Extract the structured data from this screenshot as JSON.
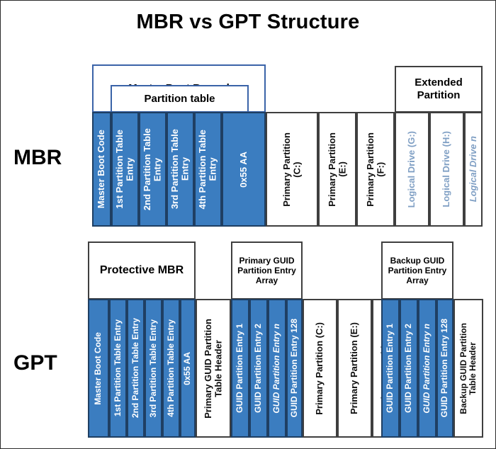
{
  "title": "MBR vs GPT Structure",
  "colors": {
    "blue_fill": "#3b7dc0",
    "blue_border": "#1f3f63",
    "dark_border": "#3f3f3f",
    "blue_outline": "#3a63a8",
    "light_blue_text": "#7f9fc4",
    "white": "#ffffff",
    "black": "#000000"
  },
  "rows": [
    {
      "label": "MBR"
    },
    {
      "label": "GPT"
    }
  ],
  "mbr": {
    "label": "MBR",
    "groups": [
      {
        "name": "master-boot-record",
        "label": "Master Boot Record"
      },
      {
        "name": "partition-table",
        "label": "Partition table"
      },
      {
        "name": "extended-partition",
        "label": "Extended\nPartition"
      }
    ],
    "cells": [
      {
        "name": "master-boot-code",
        "label": "Master Boot Code",
        "fill": "blue",
        "italic": false
      },
      {
        "name": "partition-table-entry-1",
        "label": "1st Partition Table\nEntry",
        "fill": "blue",
        "italic": false
      },
      {
        "name": "partition-table-entry-2",
        "label": "2nd Partition Table\nEntry",
        "fill": "blue",
        "italic": false
      },
      {
        "name": "partition-table-entry-3",
        "label": "3rd Partition Table\nEntry",
        "fill": "blue",
        "italic": false
      },
      {
        "name": "partition-table-entry-4",
        "label": "4th Partition Table\nEntry",
        "fill": "blue",
        "italic": false
      },
      {
        "name": "boot-signature-0x55aa",
        "label": "0x55 AA",
        "fill": "blue",
        "italic": false
      },
      {
        "name": "primary-partition-c",
        "label": "Primary Partition\n(C:)",
        "fill": "white",
        "italic": false
      },
      {
        "name": "primary-partition-e",
        "label": "Primary Partition\n(E:)",
        "fill": "white",
        "italic": false
      },
      {
        "name": "primary-partition-f",
        "label": "Primary Partition\n(F:)",
        "fill": "white",
        "italic": false
      },
      {
        "name": "logical-drive-g",
        "label": "Logical Drive (G:)",
        "fill": "lightlabel",
        "italic": false
      },
      {
        "name": "logical-drive-h",
        "label": "Logical Drive (H:)",
        "fill": "lightlabel",
        "italic": false
      },
      {
        "name": "logical-drive-n",
        "label": "Logical Drive n",
        "fill": "lightlabel",
        "italic": true
      }
    ]
  },
  "gpt": {
    "label": "GPT",
    "groups": [
      {
        "name": "protective-mbr",
        "label": "Protective MBR"
      },
      {
        "name": "primary-guid-partition-entry-array",
        "label": "Primary GUID\nPartition Entry\nArray"
      },
      {
        "name": "backup-guid-partition-entry-array",
        "label": "Backup GUID\nPartition Entry\nArray"
      }
    ],
    "cells": [
      {
        "name": "master-boot-code",
        "label": "Master Boot Code",
        "fill": "blue",
        "italic": false
      },
      {
        "name": "partition-table-entry-1",
        "label": "1st Partition Table Entry",
        "fill": "blue",
        "italic": false
      },
      {
        "name": "partition-table-entry-2",
        "label": "2nd Partition Table Entry",
        "fill": "blue",
        "italic": false
      },
      {
        "name": "partition-table-entry-3",
        "label": "3rd Partition Table Entry",
        "fill": "blue",
        "italic": false
      },
      {
        "name": "partition-table-entry-4",
        "label": "4th Partition Table Entry",
        "fill": "blue",
        "italic": false
      },
      {
        "name": "boot-signature-0x55aa",
        "label": "0x55 AA",
        "fill": "blue",
        "italic": false
      },
      {
        "name": "primary-guid-partition-table-header",
        "label": "Primary GUID Partition\nTable Header",
        "fill": "white",
        "italic": false
      },
      {
        "name": "guid-partition-entry-1",
        "label": "GUID Partition Entry 1",
        "fill": "blue",
        "italic": false
      },
      {
        "name": "guid-partition-entry-2",
        "label": "GUID Partition Entry 2",
        "fill": "blue",
        "italic": false
      },
      {
        "name": "guid-partition-entry-n",
        "label": "GUID Partition Entry n",
        "fill": "blue",
        "italic": true
      },
      {
        "name": "guid-partition-entry-128",
        "label": "GUID Partition Entry 128",
        "fill": "blue",
        "italic": false
      },
      {
        "name": "primary-partition-c",
        "label": "Primary Partition (C:)",
        "fill": "white",
        "italic": false
      },
      {
        "name": "primary-partition-e",
        "label": "Primary Partition (E:)",
        "fill": "white",
        "italic": false
      },
      {
        "name": "primary-partition-n",
        "label": "Primary Partition n",
        "fill": "white",
        "italic": true
      },
      {
        "name": "backup-guid-partition-entry-1",
        "label": "GUID Partition Entry 1",
        "fill": "blue",
        "italic": false
      },
      {
        "name": "backup-guid-partition-entry-2",
        "label": "GUID Partition Entry 2",
        "fill": "blue",
        "italic": false
      },
      {
        "name": "backup-guid-partition-entry-n",
        "label": "GUID Partition Entry n",
        "fill": "blue",
        "italic": true
      },
      {
        "name": "backup-guid-partition-entry-128",
        "label": "GUID Partition Entry 128",
        "fill": "blue",
        "italic": false
      },
      {
        "name": "backup-guid-partition-table-header",
        "label": "Backup GUID Partition\nTable Header",
        "fill": "white",
        "italic": false
      }
    ]
  }
}
